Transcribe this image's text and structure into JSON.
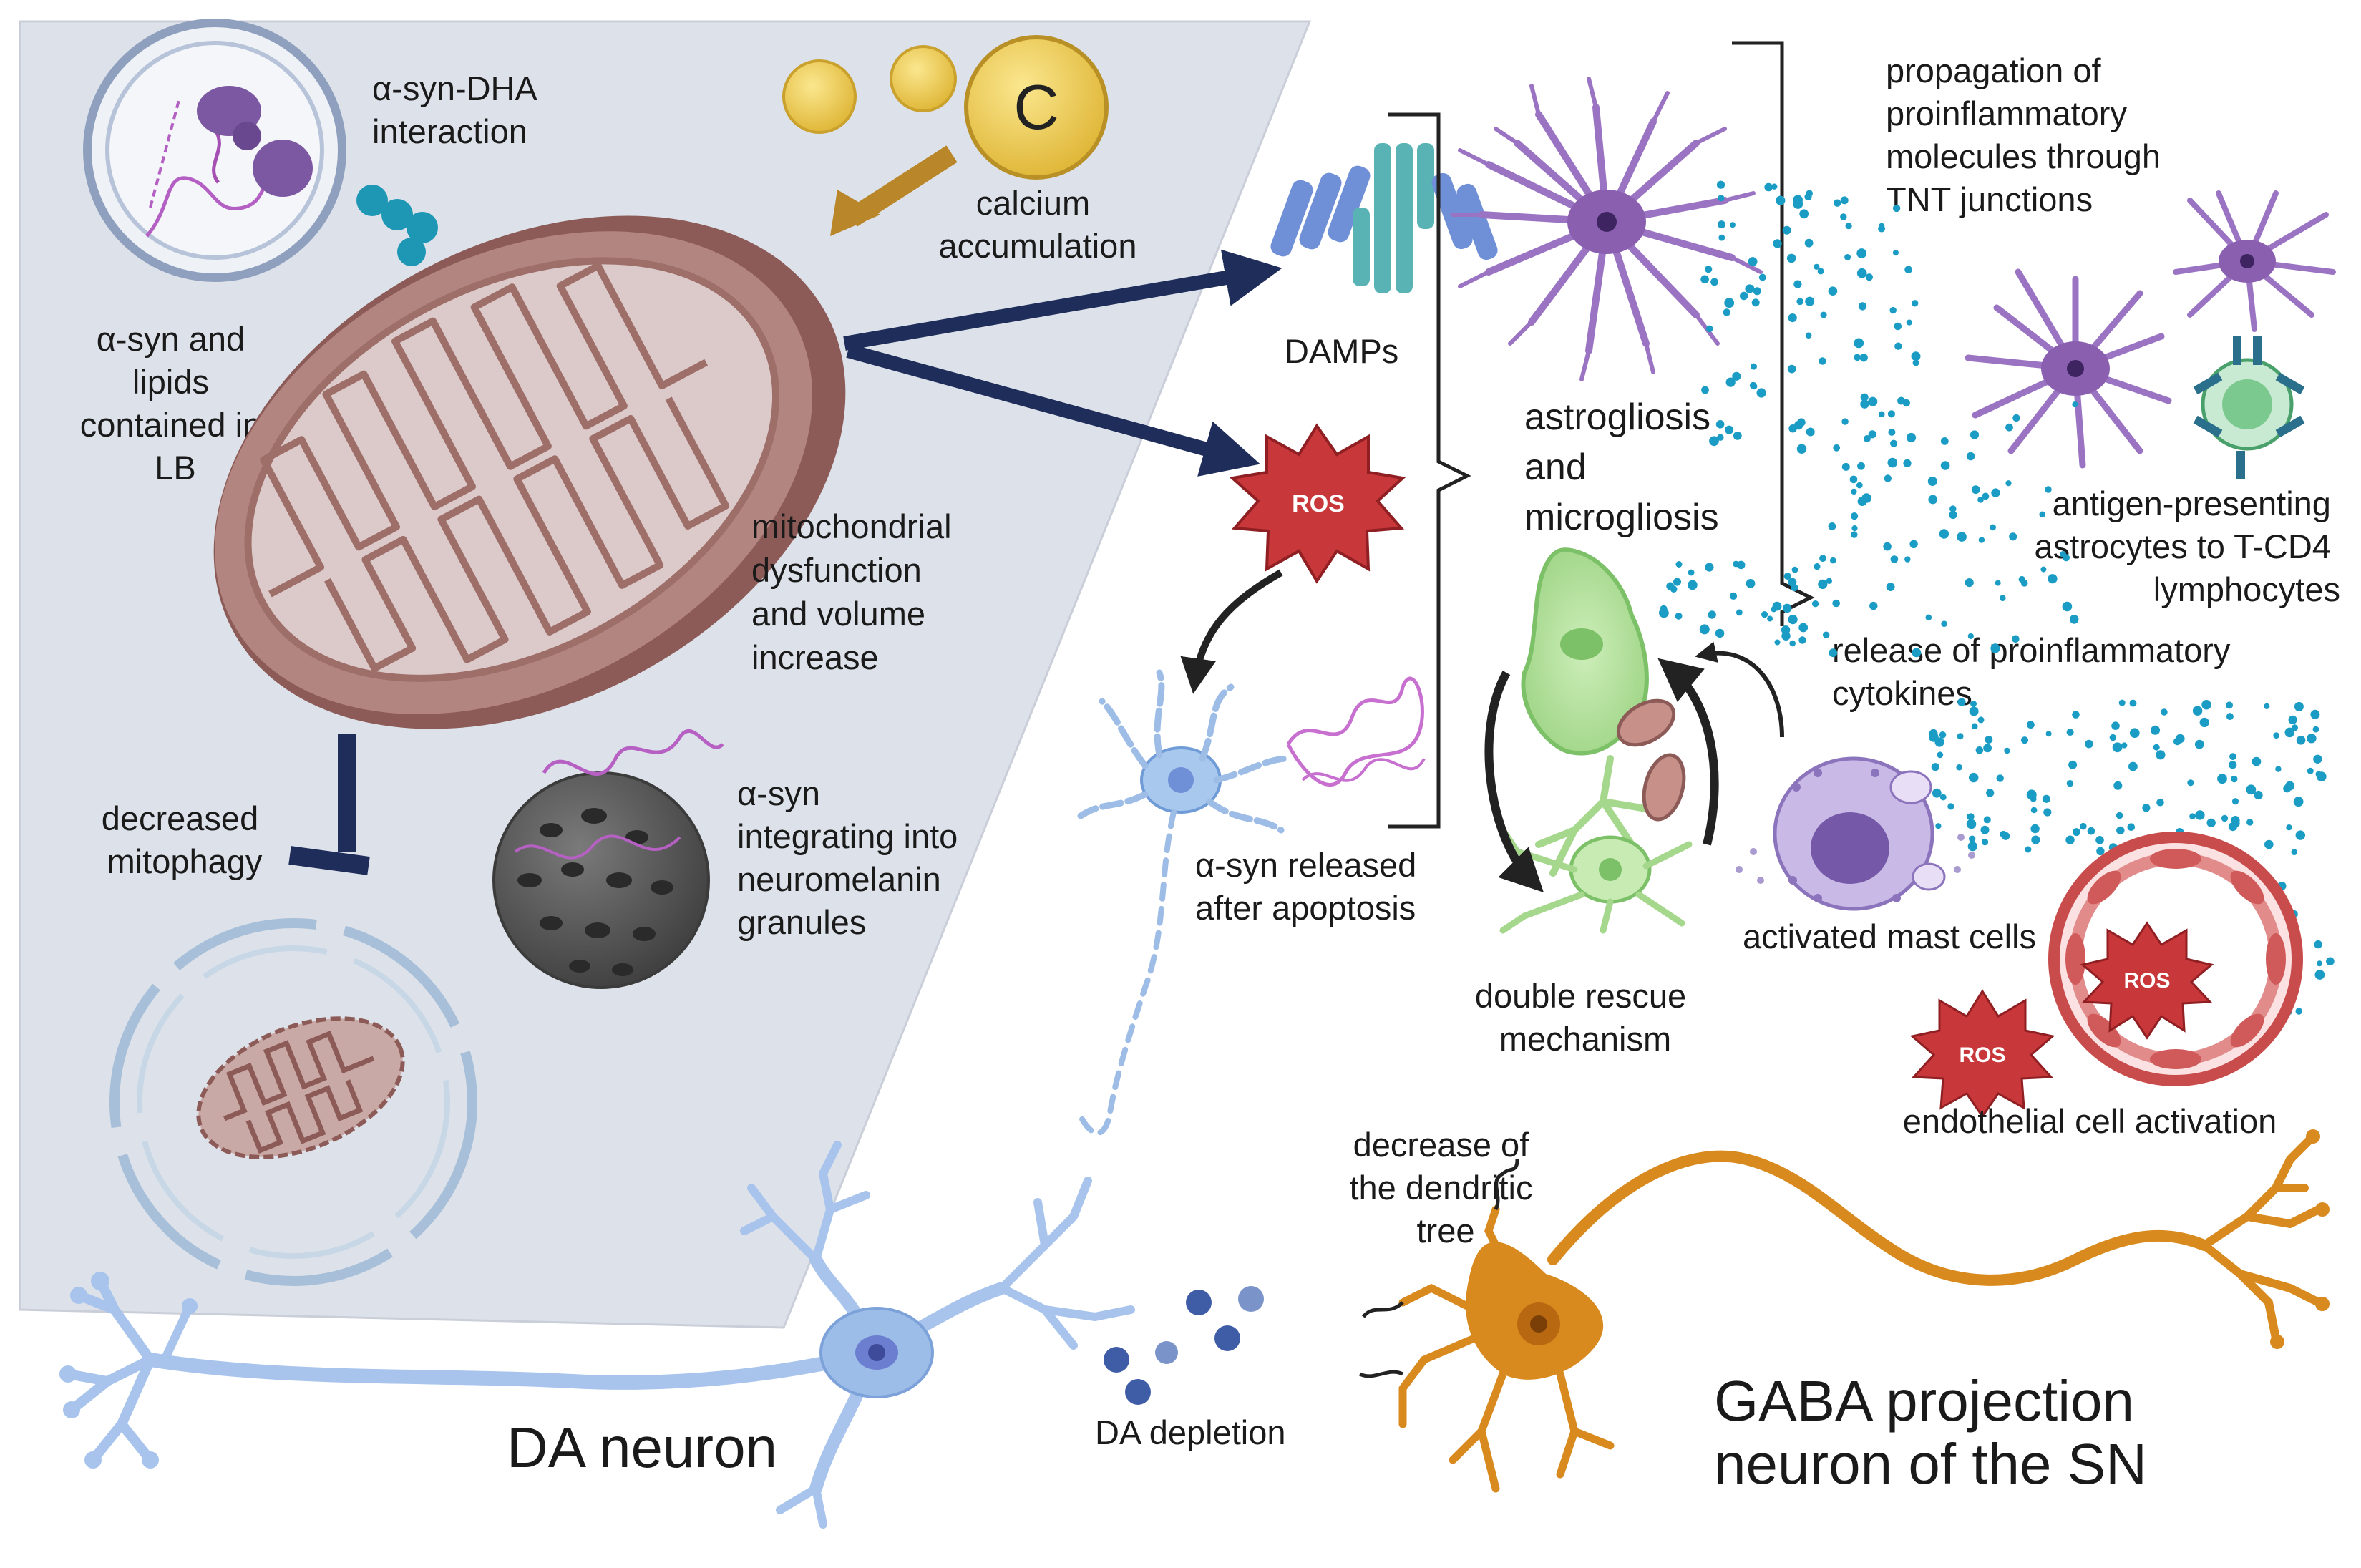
{
  "colors": {
    "panel": "#dde2ea",
    "mito_outer": "#a0706a",
    "mito_inner": "#d9c6c6",
    "arrow": "#1f2d5a",
    "calcium": "#f2d35c",
    "ros": "#c8383b",
    "astrocyte": "#8a5fb0",
    "microglia": "#9fd68a",
    "da_neuron": "#8fb1e0",
    "gaba_neuron": "#d98a1e",
    "cytokine_dots": "#1a9cc4",
    "neuromelanin": "#5a5a5a",
    "vessel": "#d56161"
  },
  "icons": {
    "calcium_ion": "calcium-ion-icon",
    "ros": "ros-burst-icon",
    "damps": "damps-protein-icon",
    "mitochondrion": "mitochondrion-icon",
    "lewy_body": "lewy-body-icon",
    "neuromelanin": "neuromelanin-granule-icon",
    "mast_cell": "mast-cell-icon",
    "t_cell": "t-cell-icon",
    "blood_vessel": "blood-vessel-icon",
    "astrocyte": "astrocyte-icon",
    "microglia": "microglia-icon",
    "da_neuron": "da-neuron-icon",
    "gaba_neuron": "gaba-neuron-icon"
  },
  "labels": {
    "asyn_dha": [
      "α-syn-DHA",
      "interaction"
    ],
    "calcium_symbol": "C",
    "calcium": [
      "calcium",
      "accumulation"
    ],
    "asyn_lipids": [
      "α-syn and",
      "lipids",
      "contained in",
      "LB"
    ],
    "mito_dysfunction": [
      "mitochondrial",
      "dysfunction",
      "and volume",
      "increase"
    ],
    "mitophagy": [
      "decreased",
      "mitophagy"
    ],
    "asyn_neuromelanin": [
      "α-syn",
      "integrating into",
      "neuromelanin",
      "granules"
    ],
    "damps": "DAMPs",
    "ros": "ROS",
    "asyn_released": [
      "α-syn released",
      "after apoptosis"
    ],
    "gliosis": [
      "astrogliosis",
      "and",
      "microgliosis"
    ],
    "propagation": [
      "propagation of",
      "proinflammatory",
      "molecules through",
      "TNT junctions"
    ],
    "antigen": [
      "antigen-presenting",
      "astrocytes to T-CD4",
      "lymphocytes"
    ],
    "cytokines": [
      "release of proinflammatory",
      "cytokines"
    ],
    "double_rescue": [
      "double rescue",
      "mechanism"
    ],
    "mast_cells": "activated mast cells",
    "endothelial": "endothelial cell activation",
    "dendritic": [
      "decrease of",
      "the dendritic",
      "tree"
    ],
    "gaba": [
      "GABA projection",
      "neuron of the SN"
    ],
    "da_neuron": "DA neuron",
    "da_depletion": "DA depletion"
  }
}
